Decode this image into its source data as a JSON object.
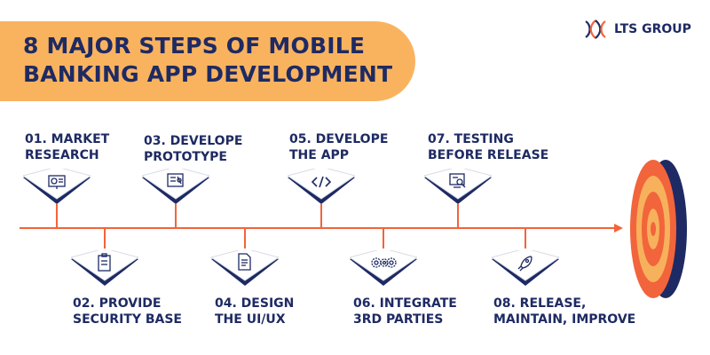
{
  "header": {
    "title_line1": "8 MAJOR STEPS OF MOBILE",
    "title_line2": "BANKING APP DEVELOPMENT"
  },
  "logo": {
    "text": "LTS GROUP",
    "icon": "lts-logo-icon"
  },
  "colors": {
    "navy": "#1e2a63",
    "orange": "#f2643b",
    "banner": "#f9b35f",
    "gold": "#f7b15c"
  },
  "steps": [
    {
      "line1": "01. MARKET",
      "line2": "RESEARCH",
      "icon": "presentation-icon"
    },
    {
      "line1": "02. PROVIDE",
      "line2": "SECURITY BASE",
      "icon": "clipboard-icon"
    },
    {
      "line1": "03. DEVELOPE",
      "line2": "PROTOTYPE",
      "icon": "blueprint-icon"
    },
    {
      "line1": "04. DESIGN",
      "line2": "THE UI/UX",
      "icon": "document-icon"
    },
    {
      "line1": "05. DEVELOPE",
      "line2": "THE APP",
      "icon": "code-icon"
    },
    {
      "line1": "06. INTEGRATE",
      "line2": "3RD PARTIES",
      "icon": "gears-icon"
    },
    {
      "line1": "07. TESTING",
      "line2": "BEFORE RELEASE",
      "icon": "testing-icon"
    },
    {
      "line1": "08. RELEASE,",
      "line2": "MAINTAIN, IMPROVE",
      "icon": "rocket-icon"
    }
  ]
}
